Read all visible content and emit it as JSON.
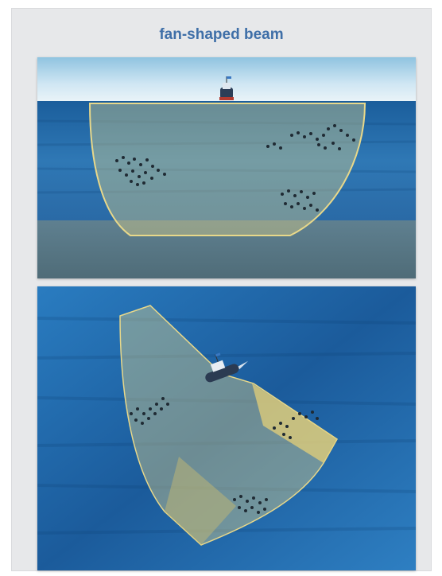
{
  "title": "fan-shaped beam",
  "colors": {
    "title": "#3f6fa8",
    "sea": "#1f5fa0",
    "beam": "#e8d88a",
    "seabed": "#5d7b8a"
  },
  "panels": [
    {
      "view": "side-view"
    },
    {
      "view": "top-view"
    }
  ]
}
